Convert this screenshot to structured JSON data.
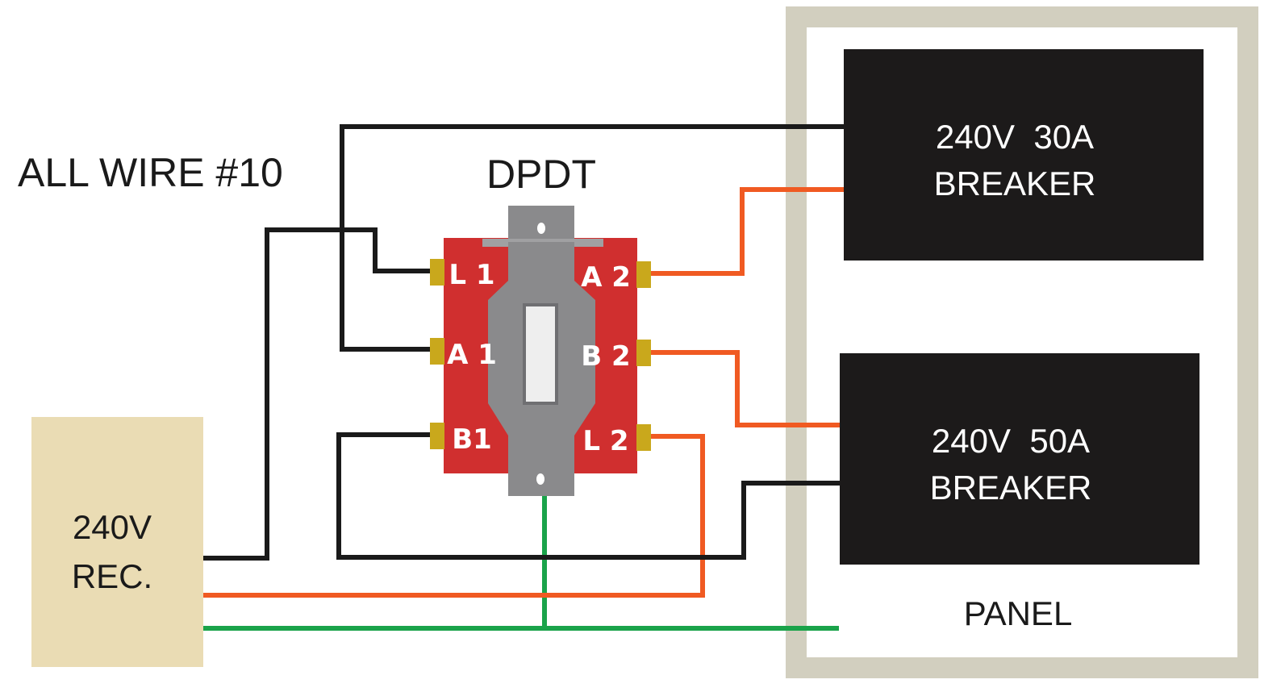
{
  "title": "ALL WIRE #10",
  "switch_label": "DPDT",
  "receptacle": {
    "line1": "240V",
    "line2": "REC."
  },
  "breaker_30": {
    "line1": "240V  30A",
    "line2": "BREAKER"
  },
  "breaker_50": {
    "line1": "240V  50A",
    "line2": "BREAKER"
  },
  "panel_label": "PANEL",
  "terminals": {
    "L1": "L 1",
    "A1": "A 1",
    "B1": "B1",
    "A2": "A 2",
    "B2": "B 2",
    "L2": "L 2"
  },
  "colors": {
    "hot_black": "#1a1a1a",
    "hot_orange": "#f05a22",
    "ground_green": "#1aa34a",
    "switch_body": "#d02f2f",
    "toggle_gray": "#8a8a8c",
    "terminal_gold": "#c9a81c",
    "receptacle_fill": "#eadcb4",
    "panel_frame": "#d2cfbf",
    "breaker_fill": "#1c1a1a"
  }
}
